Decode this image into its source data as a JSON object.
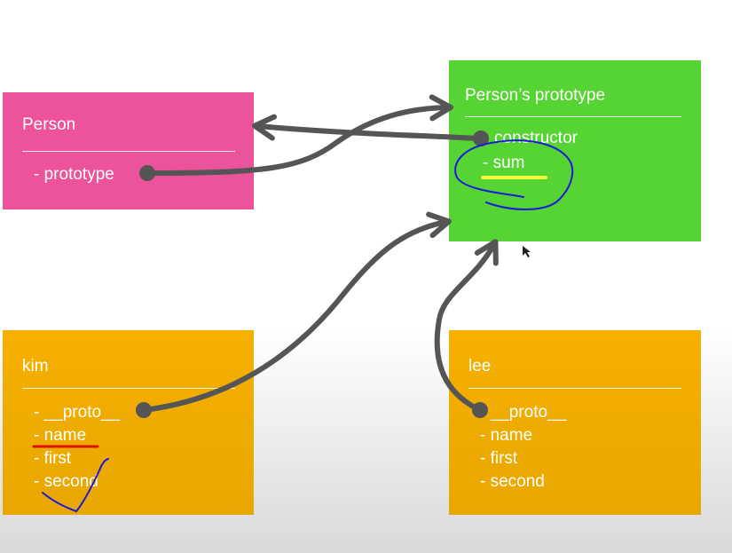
{
  "person": {
    "title": "Person",
    "items": [
      "- prototype"
    ]
  },
  "prototype": {
    "title": "Person’s prototype",
    "items": [
      "constructor",
      "- sum"
    ]
  },
  "kim": {
    "title": "kim",
    "items": [
      "- __proto__",
      "- name",
      "- first",
      "- second"
    ]
  },
  "lee": {
    "title": "lee",
    "items": [
      "- __proto__",
      "- name",
      "- first",
      "- second"
    ]
  },
  "colors": {
    "person_box": "#ec539b",
    "prototype_box": "#56d434",
    "object_box": "#f3ad00",
    "arrow": "#555555",
    "annotation_blue": "#1a1adb",
    "annotation_red": "#e01010",
    "annotation_yellow": "#f5f53a"
  }
}
